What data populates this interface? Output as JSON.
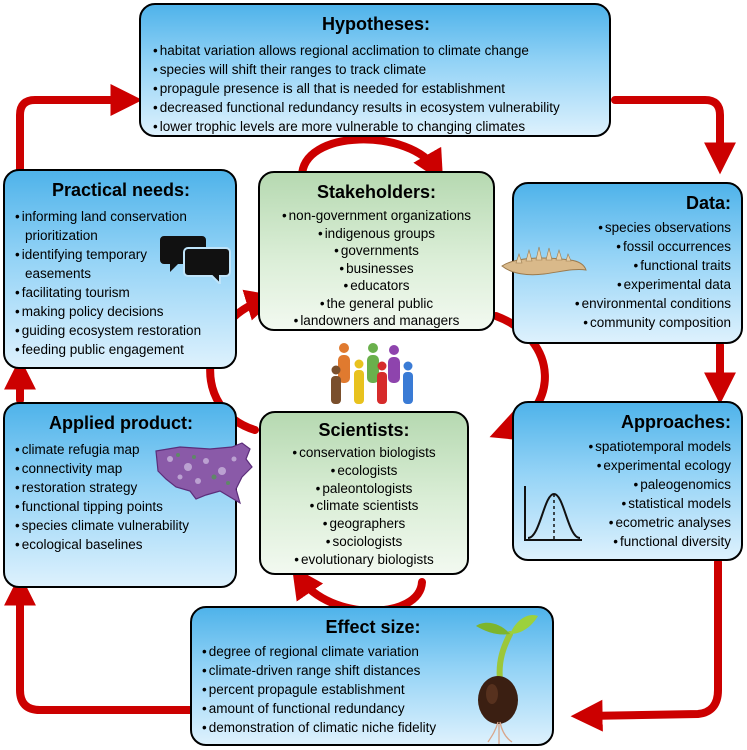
{
  "hypotheses": {
    "title": "Hypotheses:",
    "items": [
      "habitat variation allows regional acclimation to climate change",
      "species will shift their ranges to track climate",
      "propagule presence is all that is needed for establishment",
      "decreased functional redundancy results in ecosystem vulnerability",
      "lower trophic levels are more vulnerable to changing climates"
    ]
  },
  "practical_needs": {
    "title": "Practical needs:",
    "items": [
      "informing land conservation",
      "prioritization",
      "identifying temporary",
      "easements",
      "facilitating tourism",
      "making policy decisions",
      "guiding ecosystem restoration",
      "feeding public engagement"
    ]
  },
  "stakeholders": {
    "title": "Stakeholders:",
    "items": [
      "non-government organizations",
      "indigenous groups",
      "governments",
      "businesses",
      "educators",
      "the general public",
      "landowners and managers"
    ]
  },
  "data": {
    "title": "Data:",
    "items": [
      "species observations",
      "fossil occurrences",
      "functional traits",
      "experimental data",
      "environmental conditions",
      "community composition"
    ]
  },
  "applied_product": {
    "title": "Applied product:",
    "items": [
      "climate refugia map",
      "connectivity map",
      "restoration strategy",
      "functional tipping points",
      "species climate vulnerability",
      "ecological baselines"
    ]
  },
  "scientists": {
    "title": "Scientists:",
    "items": [
      "conservation biologists",
      "ecologists",
      "paleontologists",
      "climate scientists",
      "geographers",
      "sociologists",
      "evolutionary biologists"
    ]
  },
  "approaches": {
    "title": "Approaches:",
    "items": [
      "spatiotemporal models",
      "experimental ecology",
      "paleogenomics",
      "statistical models",
      "ecometric analyses",
      "functional diversity"
    ]
  },
  "effect_size": {
    "title": "Effect size:",
    "items": [
      "degree of regional climate variation",
      "climate-driven range shift distances",
      "percent propagule establishment",
      "amount of functional redundancy",
      "demonstration of climatic niche fidelity"
    ]
  },
  "colors": {
    "box_blue": "#7cc8f2",
    "box_green": "#cfe7ca",
    "arrow_red": "#cc0000"
  },
  "icons": [
    "speech-bubbles-icon",
    "fossil-jaw-icon",
    "people-group-icon",
    "us-map-icon",
    "bell-curve-icon",
    "sprouting-seed-icon"
  ]
}
